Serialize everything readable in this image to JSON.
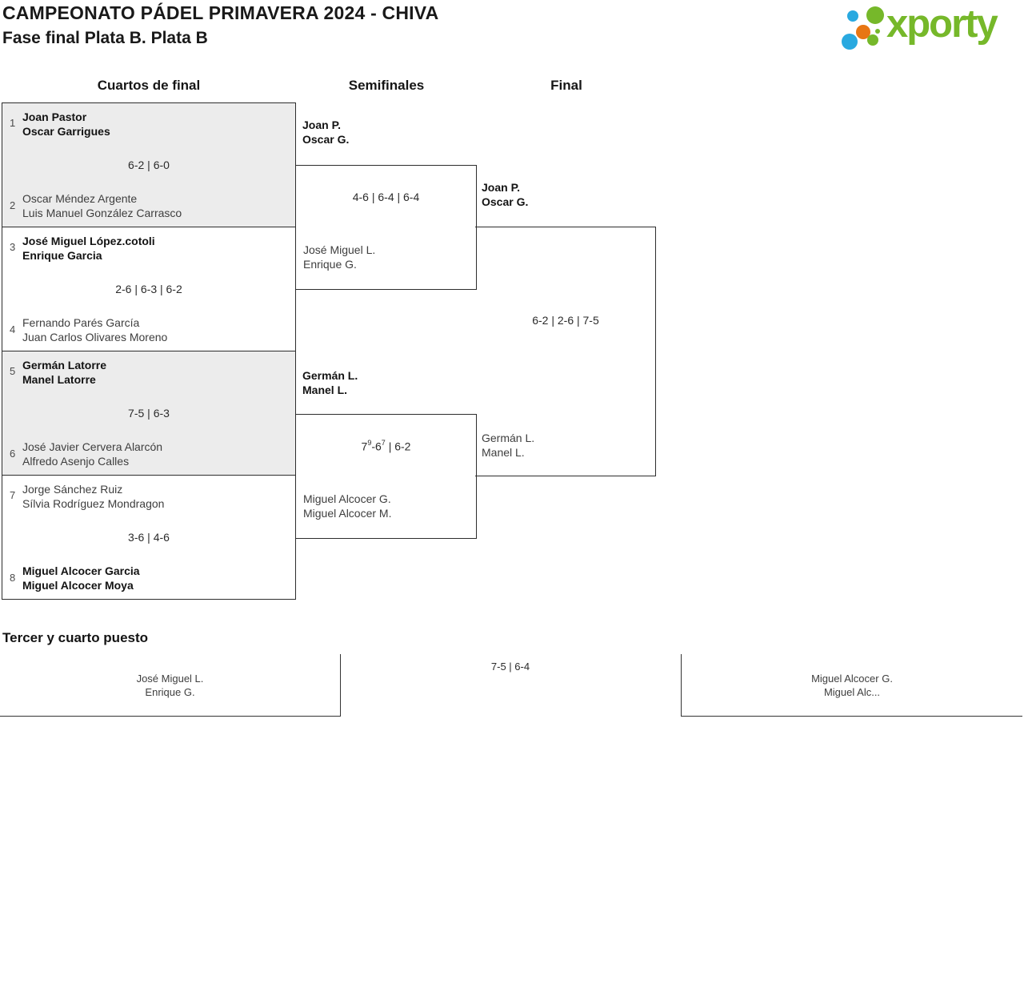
{
  "header": {
    "title": "CAMPEONATO PÁDEL PRIMAVERA 2024 - CHIVA",
    "subtitle": "Fase final Plata B. Plata B",
    "logo_text": "xporty"
  },
  "columns": {
    "quarterfinals": "Cuartos de final",
    "semifinals": "Semifinales",
    "final": "Final"
  },
  "bracket": {
    "quarterfinals": [
      {
        "seed_top": "1",
        "top1": "Joan Pastor",
        "top2": "Oscar Garrigues",
        "score": "6-2 | 6-0",
        "seed_bottom": "2",
        "bottom1": "Oscar Méndez Argente",
        "bottom2": "Luis Manuel González Carrasco"
      },
      {
        "seed_top": "3",
        "top1": "José Miguel López.cotoli",
        "top2": "Enrique Garcia",
        "score": "2-6 | 6-3 | 6-2",
        "seed_bottom": "4",
        "bottom1": "Fernando Parés García",
        "bottom2": "Juan Carlos Olivares Moreno"
      },
      {
        "seed_top": "5",
        "top1": "Germán Latorre",
        "top2": "Manel Latorre",
        "score": "7-5 | 6-3",
        "seed_bottom": "6",
        "bottom1": "José Javier Cervera Alarcón",
        "bottom2": "Alfredo Asenjo Calles"
      },
      {
        "seed_top": "7",
        "top1": "Jorge Sánchez Ruiz",
        "top2": "Sílvia Rodríguez Mondragon",
        "score": "3-6 | 4-6",
        "seed_bottom": "8",
        "bottom1": "Miguel Alcocer Garcia",
        "bottom2": "Miguel Alcocer Moya"
      }
    ],
    "semifinals": [
      {
        "winner_line1": "Joan P.",
        "winner_line2": "Oscar G.",
        "score": "4-6 | 6-4 | 6-4",
        "loser_line1": "José Miguel L.",
        "loser_line2": "Enrique G."
      },
      {
        "winner_line1": "Germán L.",
        "winner_line2": "Manel L.",
        "score_parts": {
          "base1": "7",
          "sup1": "9",
          "base2": "-6",
          "sup2": "7",
          "rest": " | 6-2"
        },
        "loser_line1": "Miguel Alcocer G.",
        "loser_line2": "Miguel Alcocer M."
      }
    ],
    "final": {
      "winner_line1": "Joan P.",
      "winner_line2": "Oscar G.",
      "score": "6-2 | 2-6 | 7-5",
      "runner_line1": "Germán L.",
      "runner_line2": "Manel L."
    }
  },
  "third_place": {
    "heading": "Tercer y cuarto puesto",
    "left_line1": "José Miguel L.",
    "left_line2": "Enrique G.",
    "score": "7-5 | 6-4",
    "right_line1": "Miguel Alcocer G.",
    "right_line2": "Miguel Alc..."
  },
  "colors": {
    "logo_green": "#76b82a",
    "logo_blue": "#29a9e0",
    "logo_orange": "#e87613",
    "box_shaded": "#ececec",
    "border": "#2d2d2d",
    "text_dark": "#131313",
    "text_regular": "#3e3e3e"
  }
}
